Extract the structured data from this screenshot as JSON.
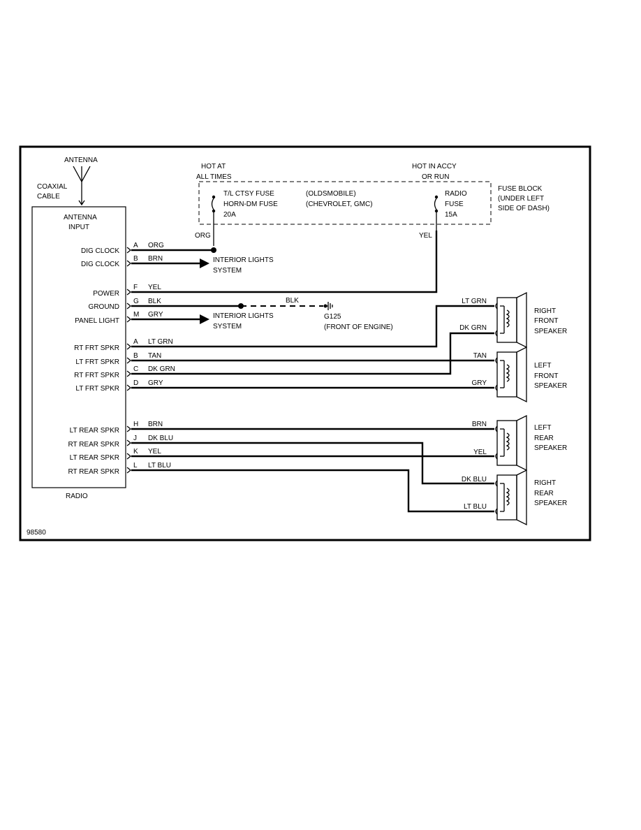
{
  "figure_id": "98580",
  "antenna": {
    "label": "ANTENNA",
    "cable_label_1": "COAXIAL",
    "cable_label_2": "CABLE"
  },
  "radio": {
    "label": "RADIO",
    "input_1": "ANTENNA",
    "input_2": "INPUT",
    "terminals": [
      {
        "label": "DIG CLOCK",
        "pin": "A",
        "wire": "ORG"
      },
      {
        "label": "DIG CLOCK",
        "pin": "B",
        "wire": "BRN"
      },
      {
        "label": "POWER",
        "pin": "F",
        "wire": "YEL"
      },
      {
        "label": "GROUND",
        "pin": "G",
        "wire": "BLK"
      },
      {
        "label": "PANEL LIGHT",
        "pin": "M",
        "wire": "GRY"
      },
      {
        "label": "RT FRT SPKR",
        "pin": "A",
        "wire": "LT GRN"
      },
      {
        "label": "LT FRT SPKR",
        "pin": "B",
        "wire": "TAN"
      },
      {
        "label": "RT FRT SPKR",
        "pin": "C",
        "wire": "DK GRN"
      },
      {
        "label": "LT FRT SPKR",
        "pin": "D",
        "wire": "GRY"
      },
      {
        "label": "LT REAR SPKR",
        "pin": "H",
        "wire": "BRN"
      },
      {
        "label": "RT REAR SPKR",
        "pin": "J",
        "wire": "DK BLU"
      },
      {
        "label": "LT REAR SPKR",
        "pin": "K",
        "wire": "YEL"
      },
      {
        "label": "RT REAR SPKR",
        "pin": "L",
        "wire": "LT BLU"
      }
    ]
  },
  "fuse_block": {
    "label_1": "FUSE BLOCK",
    "label_2": "(UNDER LEFT",
    "label_3": "SIDE OF DASH)",
    "hot_at_1": "HOT AT",
    "hot_at_2": "ALL TIMES",
    "hot_accy_1": "HOT IN ACCY",
    "hot_accy_2": "OR RUN",
    "fuse1_1": "T/L CTSY FUSE",
    "fuse1_2": "HORN-DM FUSE",
    "fuse1_3": "20A",
    "makes_1": "(OLDSMOBILE)",
    "makes_2": "(CHEVROLET, GMC)",
    "fuse2_1": "RADIO",
    "fuse2_2": "FUSE",
    "fuse2_3": "15A",
    "wire1": "ORG",
    "wire2": "YEL"
  },
  "interior_lights": {
    "line_1": "INTERIOR LIGHTS",
    "line_2": "SYSTEM"
  },
  "ground": {
    "wire": "BLK",
    "label": "G125",
    "location": "(FRONT OF ENGINE)"
  },
  "speakers": [
    {
      "line_1": "RIGHT",
      "line_2": "FRONT",
      "line_3": "SPEAKER",
      "wire_top": "LT GRN",
      "wire_bottom": "DK GRN"
    },
    {
      "line_1": "LEFT",
      "line_2": "FRONT",
      "line_3": "SPEAKER",
      "wire_top": "TAN",
      "wire_bottom": "GRY"
    },
    {
      "line_1": "LEFT",
      "line_2": "REAR",
      "line_3": "SPEAKER",
      "wire_top": "BRN",
      "wire_bottom": "YEL"
    },
    {
      "line_1": "RIGHT",
      "line_2": "REAR",
      "line_3": "SPEAKER",
      "wire_top": "DK BLU",
      "wire_bottom": "LT BLU"
    }
  ]
}
